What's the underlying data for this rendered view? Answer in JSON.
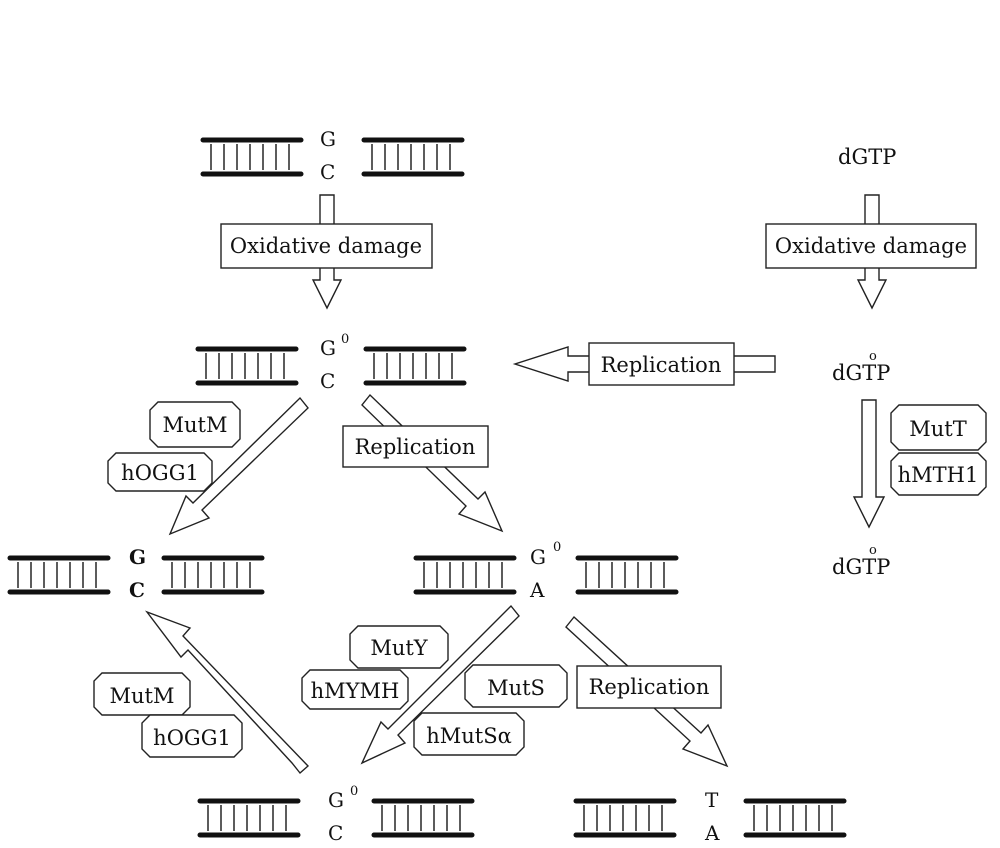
{
  "dna": {
    "top": {
      "upper": "G",
      "lower": "C"
    },
    "oxidized": {
      "upper": "G",
      "upper_mark": "0",
      "lower": "C"
    },
    "repaired": {
      "upper": "G",
      "lower": "C"
    },
    "mispair": {
      "upper": "G",
      "upper_mark": "0",
      "lower": "A"
    },
    "corrected": {
      "upper": "G",
      "upper_mark": "0",
      "lower": "C"
    },
    "mutated": {
      "upper": "T",
      "lower": "A"
    }
  },
  "nucleotide": {
    "dgtp": "dGTP",
    "dgtp_ox_1": {
      "text": "dGTP",
      "mark": "o"
    },
    "dgtp_ox_2": {
      "text": "dGTP",
      "mark": "o"
    }
  },
  "process_labels": {
    "oxidative_damage_left": "Oxidative damage",
    "oxidative_damage_right": "Oxidative damage",
    "replication_top": "Replication",
    "replication_middle": "Replication",
    "replication_bottom": "Replication"
  },
  "enzymes": {
    "mutm_1": "MutM",
    "hogg1_1": "hOGG1",
    "mutt": "MutT",
    "hmth1": "hMTH1",
    "muty": "MutY",
    "hmymh": "hMYMH",
    "muts": "MutS",
    "hmutsa": "hMutSα",
    "mutm_2": "MutM",
    "hogg1_2": "hOGG1"
  }
}
